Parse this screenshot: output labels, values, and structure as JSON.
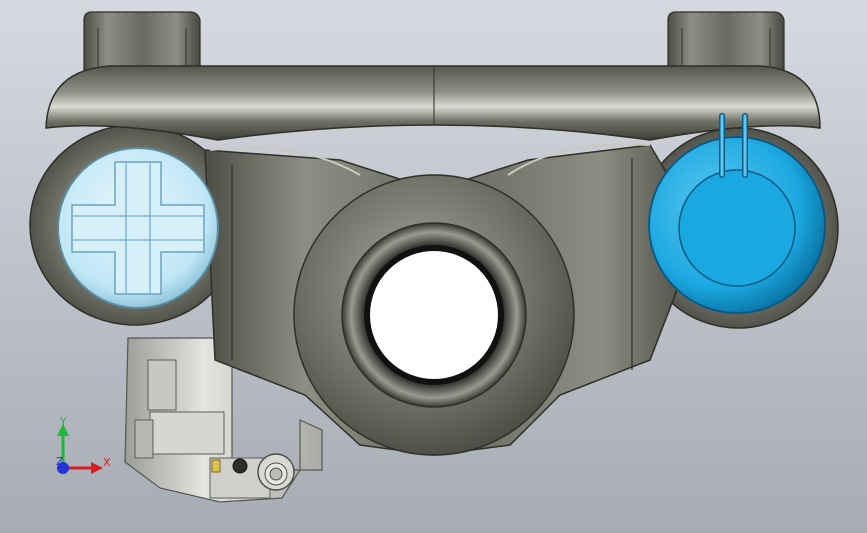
{
  "viewport": {
    "background_top": "#d6d9e0",
    "background_bottom": "#a7abb4",
    "model_name": "triple-clamp"
  },
  "colors": {
    "metal_dark": "#3c3d35",
    "metal_mid": "#6f7065",
    "metal_light": "#b8b9ae",
    "metal_highlight": "#e6e6de",
    "bore_inner": "#ffffff",
    "cap_light_blue": "#bfe6f5",
    "cap_light_blue_edge": "#7fb9d2",
    "cap_blue": "#1aa8e0",
    "cap_blue_dark": "#0a6fa0",
    "bracket_gray": "#d2d3cf",
    "axis_x": "#d81e1e",
    "axis_y": "#1fb83a",
    "axis_z": "#2433d6"
  },
  "triad": {
    "x_label": "X",
    "y_label": "Y",
    "z_label": "Z",
    "icon": "coordinate-triad-icon"
  }
}
